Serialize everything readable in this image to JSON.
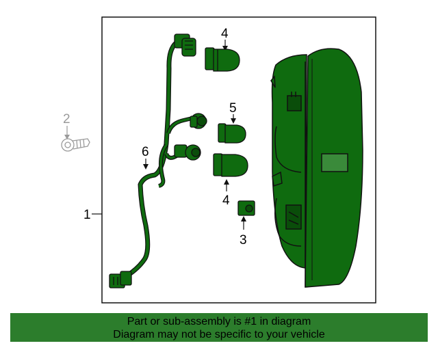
{
  "callouts": {
    "c1": "1",
    "c2": "2",
    "c3": "3",
    "c4_top": "4",
    "c4_bottom": "4",
    "c5": "5",
    "c6": "6"
  },
  "footer": {
    "line1": "Part or sub-assembly is #1 in diagram",
    "line2": "Diagram may not be specific to your vehicle"
  },
  "colors": {
    "part_fill": "#0f6b0f",
    "banner": "#2c7d2c",
    "outline": "#111111",
    "faded": "#9a9a9a"
  }
}
